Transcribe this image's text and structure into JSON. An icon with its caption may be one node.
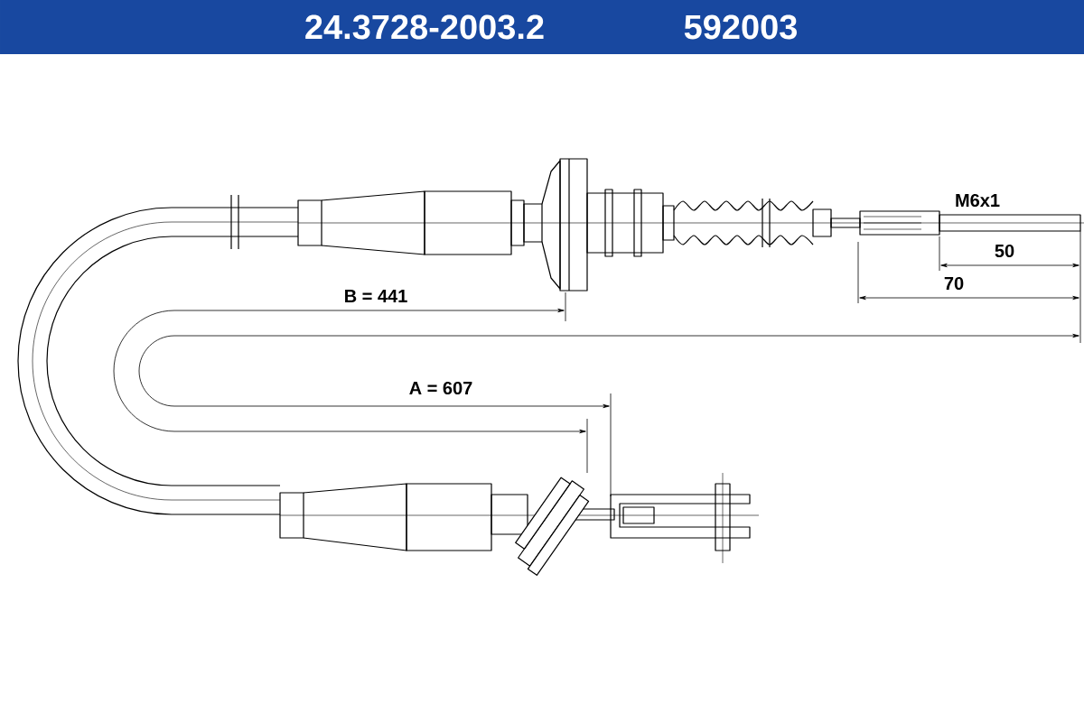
{
  "diagram": {
    "labels": [
      "24.3728-2003.2",
      "592003",
      "M6x1",
      "50",
      "70",
      "B = 441",
      "A = 607"
    ]
  }
}
